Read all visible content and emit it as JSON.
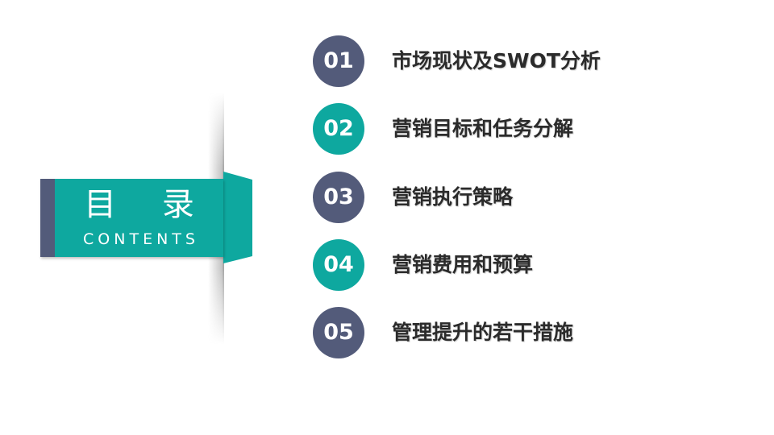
{
  "banner": {
    "title": "目 录",
    "subtitle": "CONTENTS",
    "colors": {
      "teal": "#0ea89f",
      "slate": "#535b7a"
    }
  },
  "items": [
    {
      "number": "01",
      "label": "市场现状及SWOT分析",
      "color": "slate"
    },
    {
      "number": "02",
      "label": "营销目标和任务分解",
      "color": "teal"
    },
    {
      "number": "03",
      "label": "营销执行策略",
      "color": "slate"
    },
    {
      "number": "04",
      "label": "营销费用和预算",
      "color": "teal"
    },
    {
      "number": "05",
      "label": "管理提升的若干措施",
      "color": "slate"
    }
  ]
}
